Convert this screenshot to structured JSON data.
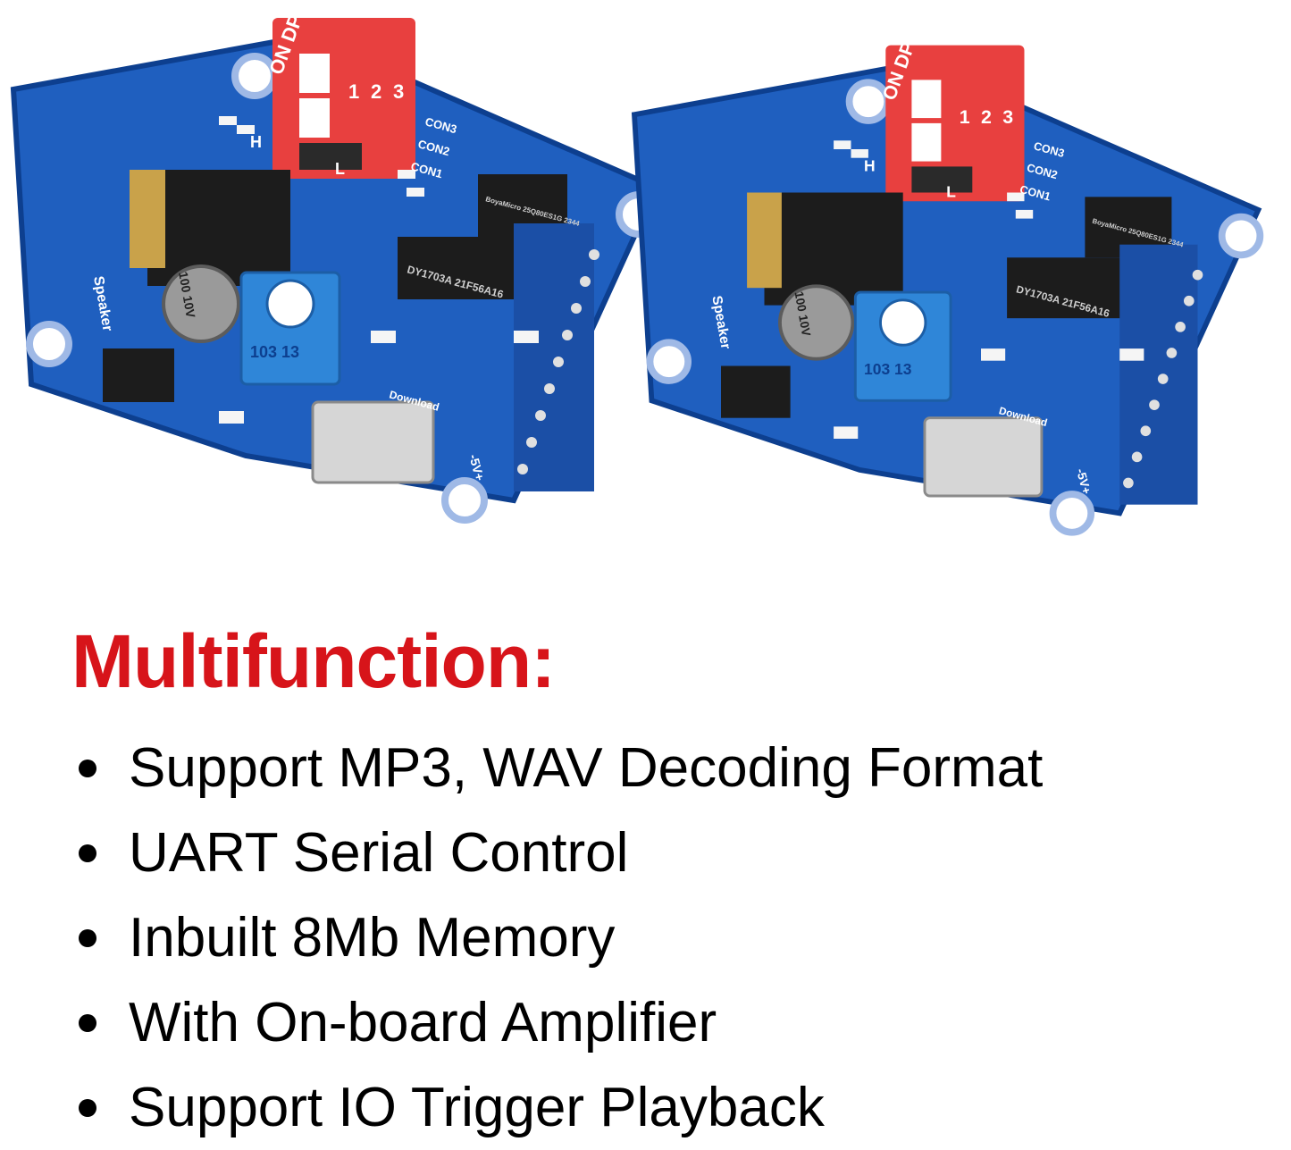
{
  "boards": [
    {
      "dip_switch": {
        "text": "ON DP",
        "numbers": [
          "1",
          "2",
          "3"
        ]
      },
      "connector_labels": [
        "CON3",
        "CON2",
        "CON1"
      ],
      "hl_labels": [
        "H",
        "L"
      ],
      "speaker_label": "Speaker",
      "capacitor_text": "100 10V",
      "potentiometer_text": "103 13",
      "main_chip_text": "DY1703A 21F56A16",
      "memory_chip_text": "BoyaMicro 25Q80ES1G 2344",
      "power_label": "-5V+",
      "download_label": "Download"
    },
    {
      "dip_switch": {
        "text": "ON DP",
        "numbers": [
          "1",
          "2",
          "3"
        ]
      },
      "connector_labels": [
        "CON3",
        "CON2",
        "CON1"
      ],
      "hl_labels": [
        "H",
        "L"
      ],
      "speaker_label": "Speaker",
      "capacitor_text": "100 10V",
      "potentiometer_text": "103 13",
      "main_chip_text": "DY1703A 21F56A16",
      "memory_chip_text": "BoyaMicro 25Q80ES1G 2344",
      "power_label": "-5V+",
      "download_label": "Download"
    }
  ],
  "heading": {
    "text": "Multifunction:",
    "color": "#d7141a"
  },
  "features": [
    "Support MP3, WAV Decoding Format",
    "UART Serial Control",
    "Inbuilt 8Mb Memory",
    "With On-board Amplifier",
    "Support IO Trigger Playback"
  ],
  "colors": {
    "pcb_blue": "#1f5fbf",
    "pcb_edge": "#0d3f8f",
    "dip_red": "#e8403f",
    "pot_blue": "#2f86d8",
    "chip_black": "#1c1c1c"
  }
}
